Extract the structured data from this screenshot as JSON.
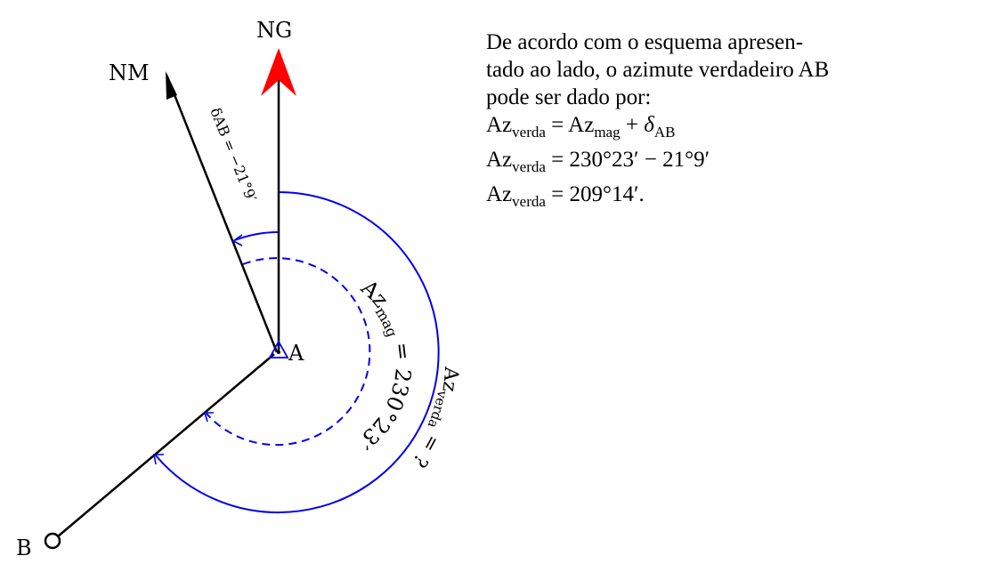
{
  "labels": {
    "ng": "NG",
    "nm": "NM",
    "a": "A",
    "b": "B",
    "delta": "δAB = −21°9′",
    "az_mag_main": "Az",
    "az_mag_sub": "mag",
    "az_mag_value": " = 230°23′",
    "az_verda_main": "Az",
    "az_verda_sub": "verda",
    "az_verda_value": " = ?"
  },
  "text": {
    "line1": "De acordo com o esquema apresen-",
    "line2": "tado ao lado, o azimute verdadeiro AB",
    "line3": "pode ser dado por:",
    "eq1_lhs_main": "Az",
    "eq1_lhs_sub": "verda",
    "eq1_eq": " = ",
    "eq1_rhs1_main": "Az",
    "eq1_rhs1_sub": "mag",
    "eq1_plus": " + ",
    "eq1_rhs2_main": "δ",
    "eq1_rhs2_sub": "AB",
    "eq2_lhs_main": "Az",
    "eq2_lhs_sub": "verda",
    "eq2_rhs": " = 230°23′ − 21°9′",
    "eq3_lhs_main": "Az",
    "eq3_lhs_sub": "verda",
    "eq3_rhs": " = 209°14′."
  },
  "colors": {
    "arc": "#0000ee",
    "ng_arrow": "#ff0000",
    "line": "#000000"
  }
}
